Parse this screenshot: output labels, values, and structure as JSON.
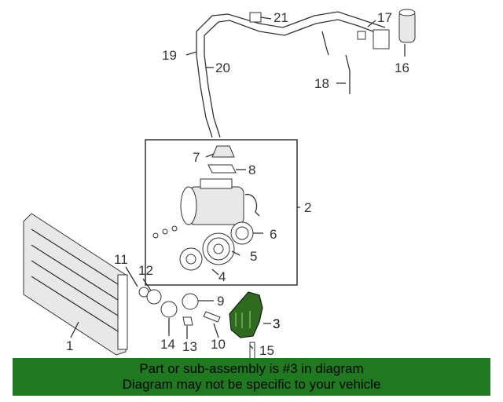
{
  "callouts": {
    "c1": "1",
    "c2": "2",
    "c3": "3",
    "c4": "4",
    "c5": "5",
    "c6": "6",
    "c7": "7",
    "c8": "8",
    "c9": "9",
    "c10": "10",
    "c11": "11",
    "c12": "12",
    "c13": "13",
    "c14": "14",
    "c15": "15",
    "c16": "16",
    "c17": "17",
    "c18": "18",
    "c19": "19",
    "c20": "20",
    "c21": "21"
  },
  "banner": {
    "line1": "Part or sub-assembly is #3 in diagram",
    "line2": "Diagram may not be specific to your vehicle"
  },
  "colors": {
    "highlight": "#2f6b1e",
    "banner": "#1f7a1f"
  }
}
